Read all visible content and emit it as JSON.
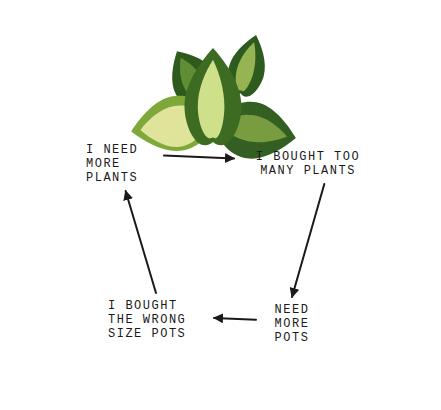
{
  "diagram": {
    "nodes": [
      {
        "text": [
          "I NEED MORE PLANTS"
        ]
      },
      {
        "text": [
          "I BOUGHT TOO MANY PLANTS"
        ]
      },
      {
        "text": [
          "NEED MORE POTS"
        ]
      },
      {
        "text": [
          "I BOUGHT THE WRONG SIZE POTS"
        ]
      }
    ],
    "edges": [
      {
        "from": 0,
        "to": 1,
        "arrow": "to"
      },
      {
        "from": 1,
        "to": 2,
        "arrow": "to"
      },
      {
        "from": 2,
        "to": 3,
        "arrow": "to"
      },
      {
        "from": 3,
        "to": 0,
        "arrow": "to"
      }
    ]
  }
}
